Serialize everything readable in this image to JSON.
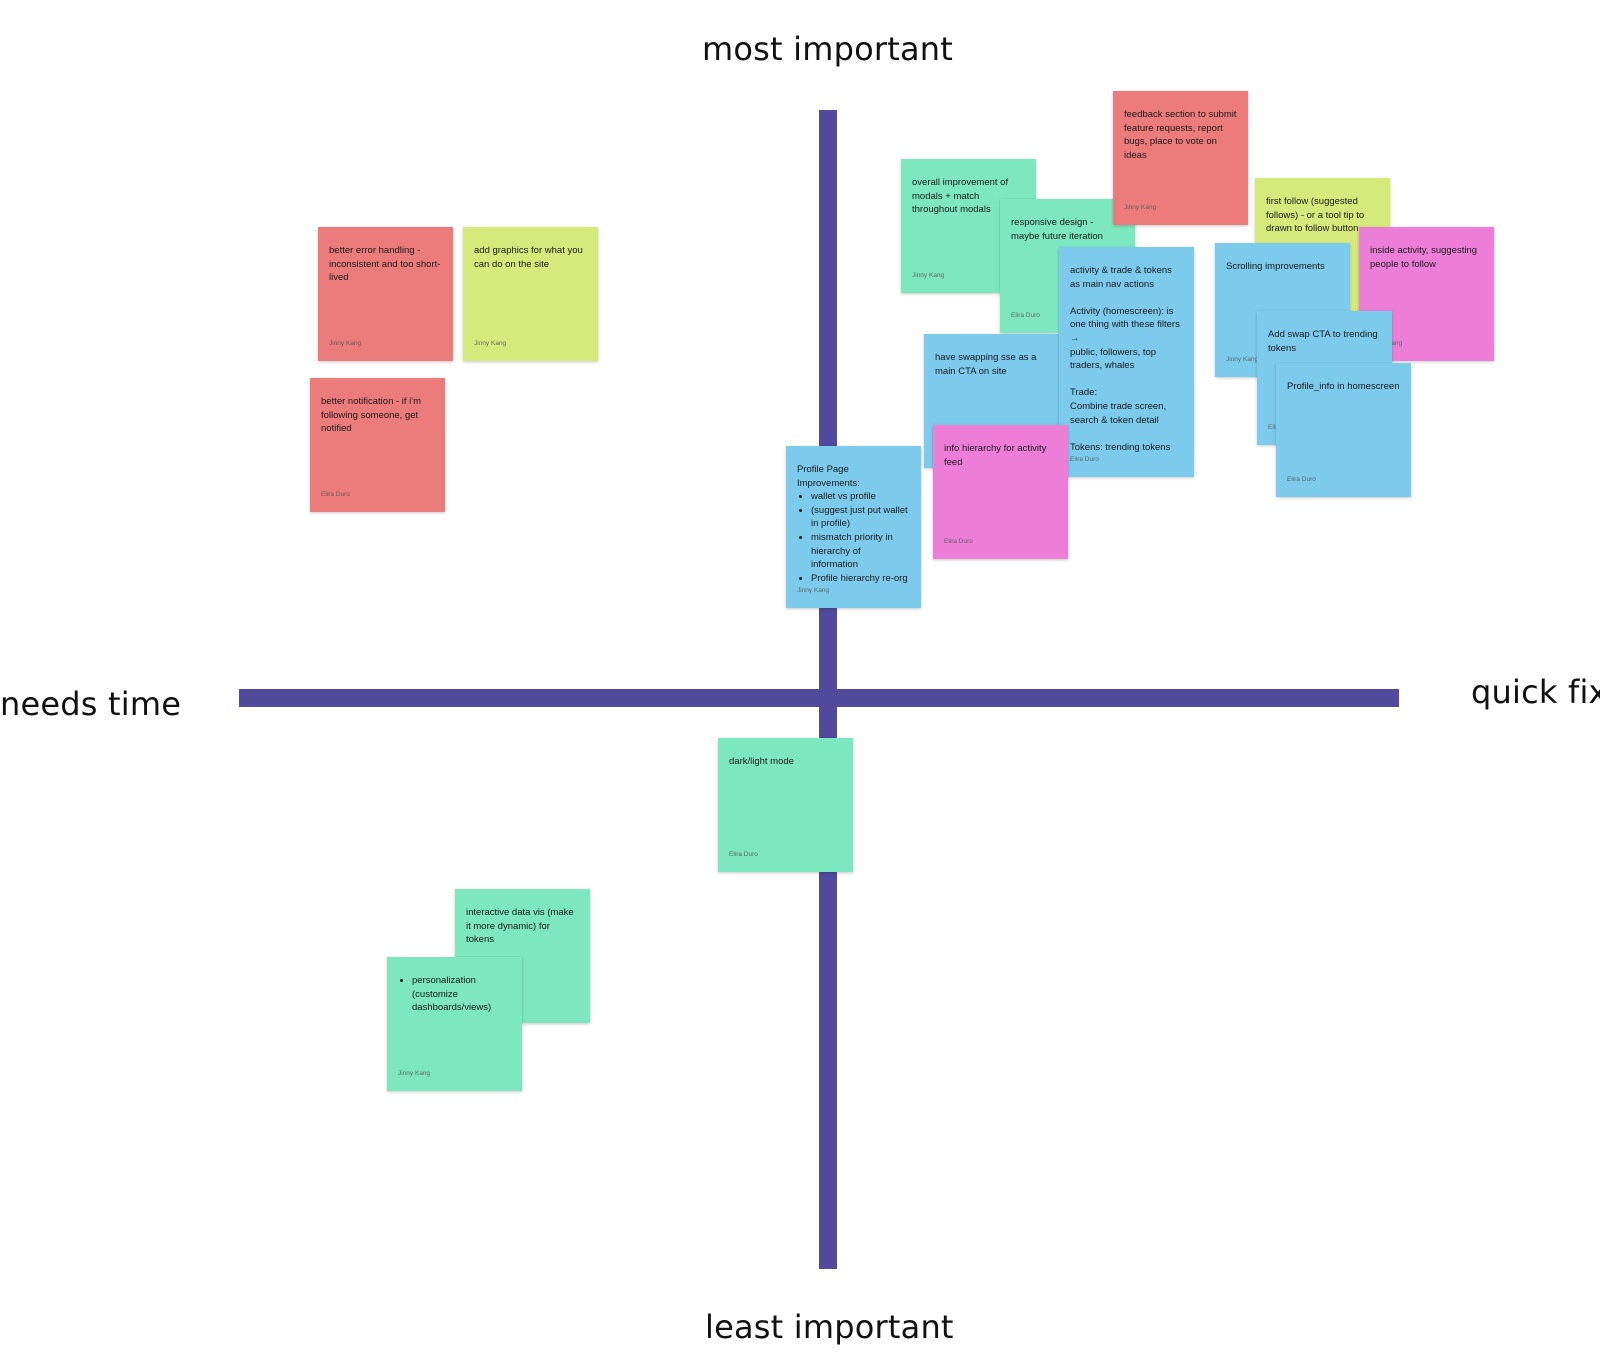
{
  "axes": {
    "top": "most important",
    "bottom": "least important",
    "left": "needs time",
    "right": "quick fix"
  },
  "colors": {
    "axis": "#514a9d",
    "red": "#ec7b7b",
    "lime": "#d6ea7b",
    "green": "#7de8c0",
    "blue": "#7ccbec",
    "pink": "#ec7ed8"
  },
  "notes": {
    "error_handling": {
      "text": "better error handling - inconsistent and too short-lived",
      "author": "Jinny Kang"
    },
    "graphics": {
      "text": "add graphics for what you can do on the site",
      "author": "Jinny Kang"
    },
    "notification": {
      "text": "better notification - if i'm following someone, get notified",
      "author": "Elira Duro"
    },
    "modals": {
      "text": "overall improvement of modals + match throughout modals",
      "author": "Jinny Kang"
    },
    "responsive": {
      "text": "responsive design - maybe future iteration",
      "author": "Elira Duro"
    },
    "feedback": {
      "text": "feedback section to submit feature requests, report bugs, place to vote on ideas",
      "author": "Jinny Kang"
    },
    "activity_trade": {
      "text": "activity & trade & tokens as main nav actions\n\nActivity (homescreen): is one thing with these filters →\npublic, followers, top traders, whales\n\nTrade:\nCombine trade screen, search & token detail\n\nTokens: trending tokens",
      "author": "Elira Duro"
    },
    "first_follow": {
      "text": "first follow  (suggested follows) - or a tool tip to drawn to follow button",
      "author": ""
    },
    "scrolling": {
      "text": "Scrolling improvements",
      "author": "Jinny Kang"
    },
    "inside_activity": {
      "text": "inside activity, suggesting people to follow",
      "author": "Jinny Kang"
    },
    "swap_cta": {
      "text": "Add swap CTA to trending tokens",
      "author": "Elira Duro"
    },
    "profile_info": {
      "text": "Profile_info in homescreen",
      "author": "Elira Duro"
    },
    "swapping_cta": {
      "text": "have swapping sse as a main CTA on site",
      "author": ""
    },
    "info_hierarchy": {
      "text": "info hierarchy for activity feed",
      "author": "Elira Duro"
    },
    "profile_page": {
      "title": "Profile Page Improvements:",
      "bullets": [
        "wallet vs profile",
        "(suggest just put wallet in profile)",
        "mismatch priority in hierarchy of information",
        "Profile hierarchy re-org"
      ],
      "author": "Jinny Kang"
    },
    "dark_mode": {
      "text": "dark/light mode",
      "author": "Elira Duro"
    },
    "data_vis": {
      "text": "interactive data vis (make it more dynamic) for tokens",
      "author": ""
    },
    "personalization": {
      "bullets": [
        "personalization (customize dashboards/views)"
      ],
      "author": "Jinny Kang"
    }
  }
}
